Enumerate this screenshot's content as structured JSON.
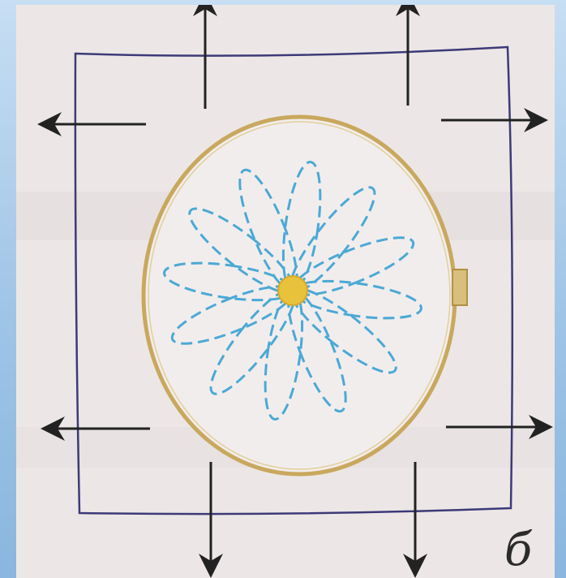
{
  "figure": {
    "caption_letter": "б",
    "description_colors": {
      "frame_background": "#9fc4e6",
      "paper": "#ece7e6",
      "fabric_outline": "#3c3a78",
      "hoop": "#c9a85e",
      "petals": "#4aa9d6",
      "flower_center": "#e8c23a",
      "arrows": "#222222"
    },
    "arrow_directions": [
      "up",
      "up",
      "left",
      "right",
      "left",
      "right",
      "down",
      "down"
    ],
    "petal_count": 12
  }
}
